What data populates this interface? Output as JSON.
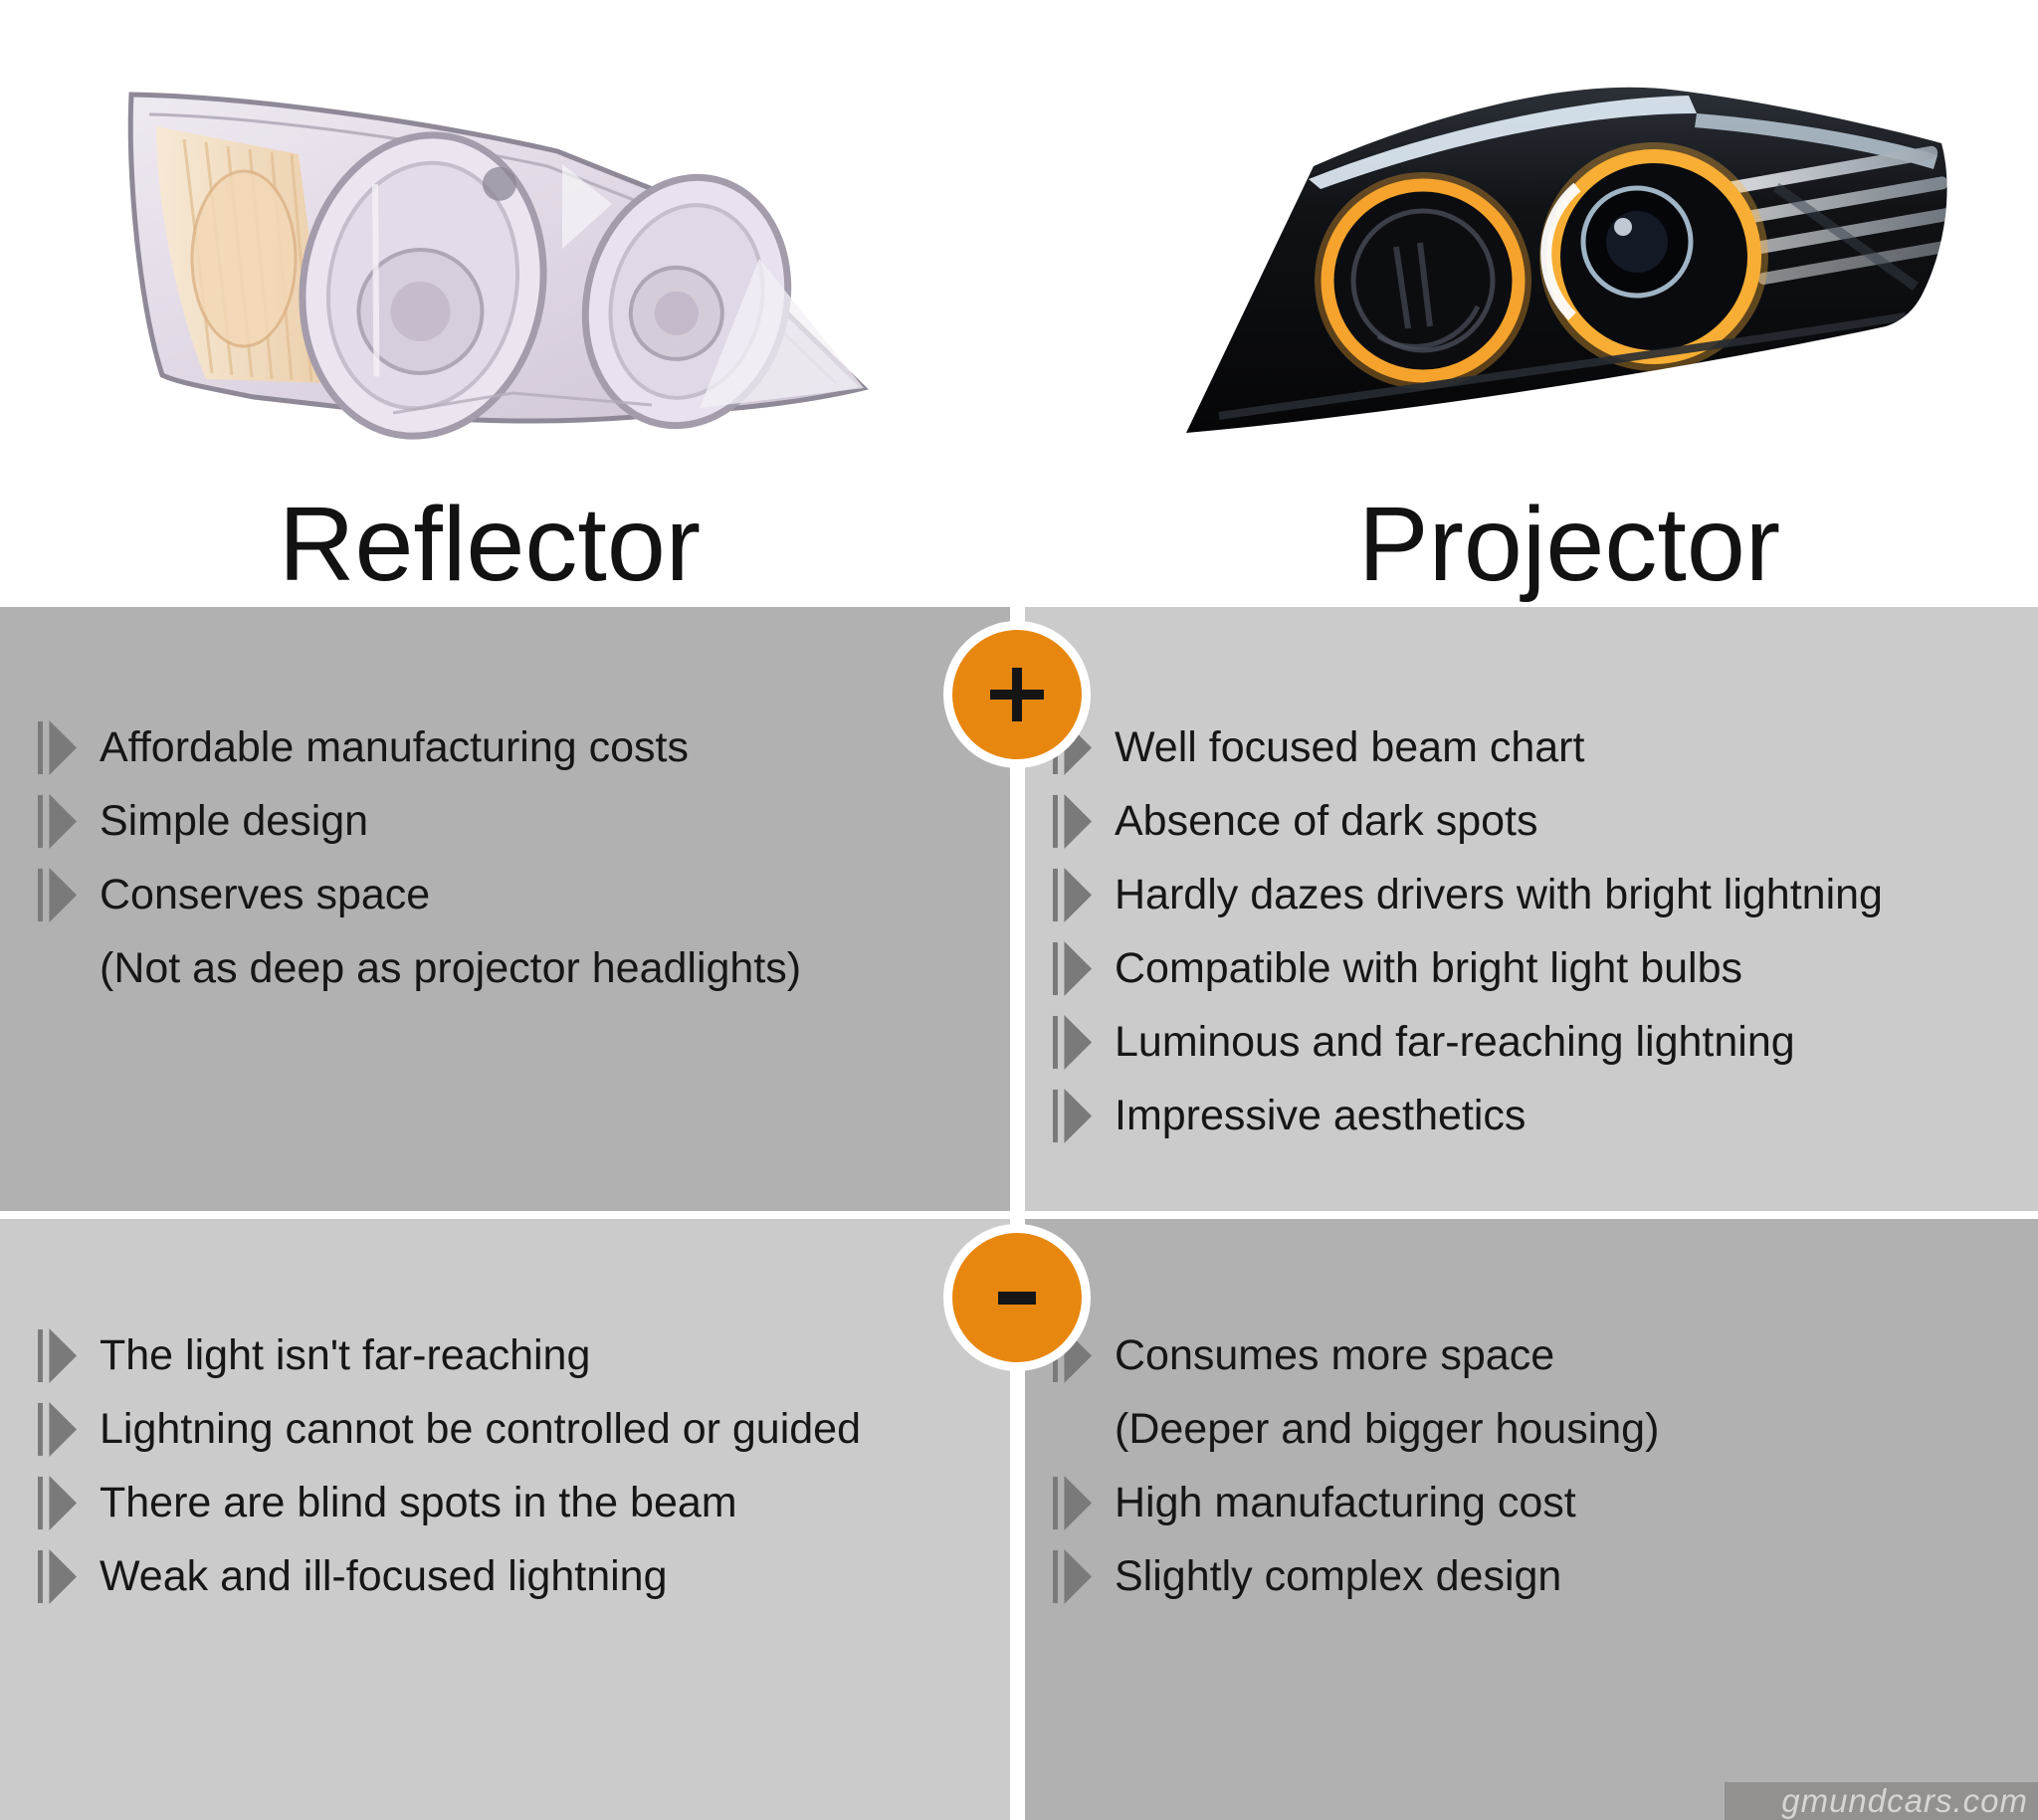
{
  "titles": {
    "left": "Reflector",
    "right": "Projector"
  },
  "badges": {
    "pros": "+",
    "cons": "-"
  },
  "lists": {
    "pros_reflector": [
      {
        "text": "Affordable manufacturing costs",
        "bullet": true
      },
      {
        "text": "Simple design",
        "bullet": true
      },
      {
        "text": "Conserves space",
        "bullet": true
      },
      {
        "text": "(Not as deep as projector headlights)",
        "bullet": false
      }
    ],
    "pros_projector": [
      {
        "text": "Well focused beam chart",
        "bullet": true
      },
      {
        "text": "Absence of dark spots",
        "bullet": true
      },
      {
        "text": "Hardly dazes drivers with bright lightning",
        "bullet": true
      },
      {
        "text": "Compatible with bright light bulbs",
        "bullet": true
      },
      {
        "text": "Luminous and far-reaching lightning",
        "bullet": true
      },
      {
        "text": "Impressive aesthetics",
        "bullet": true
      }
    ],
    "cons_reflector": [
      {
        "text": "The light isn't far-reaching",
        "bullet": true
      },
      {
        "text": "Lightning cannot be controlled or guided",
        "bullet": true
      },
      {
        "text": "There are blind spots in the beam",
        "bullet": true
      },
      {
        "text": "Weak and ill-focused lightning",
        "bullet": true
      }
    ],
    "cons_projector": [
      {
        "text": "Consumes more space",
        "bullet": true
      },
      {
        "text": "(Deeper and bigger housing)",
        "bullet": false
      },
      {
        "text": "High manufacturing cost",
        "bullet": true
      },
      {
        "text": "Slightly complex design",
        "bullet": true
      }
    ]
  },
  "watermark": "gmundcars.com",
  "colors": {
    "accent_orange": "#E8870F",
    "panel_dark": "#B1B1B1",
    "panel_light": "#CBCBCB",
    "bullet_gray": "#7A7A7A",
    "halo_orange": "#F5A32C"
  }
}
